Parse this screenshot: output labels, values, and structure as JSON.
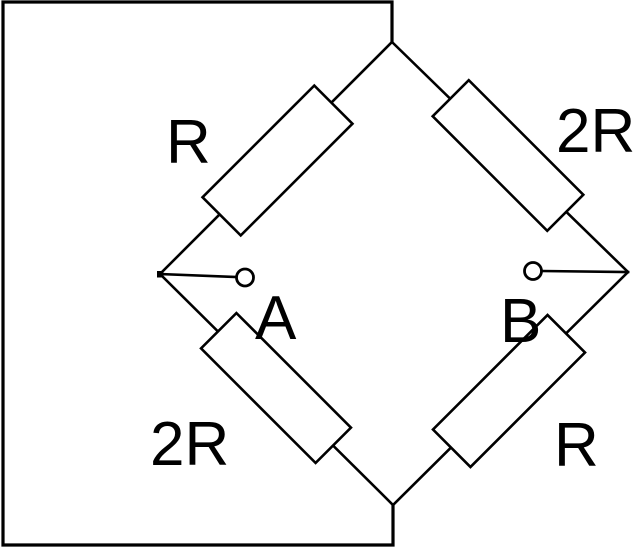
{
  "diagram": {
    "type": "wheatstone-bridge-resistor-network",
    "background_color": "#ffffff",
    "line_color": "#000000",
    "resistor_fill_color": "#ffffff",
    "resistors": {
      "top_left": "R",
      "top_right": "2R",
      "bottom_left": "2R",
      "bottom_right": "R"
    },
    "terminals": {
      "left": "A",
      "right": "B"
    }
  }
}
